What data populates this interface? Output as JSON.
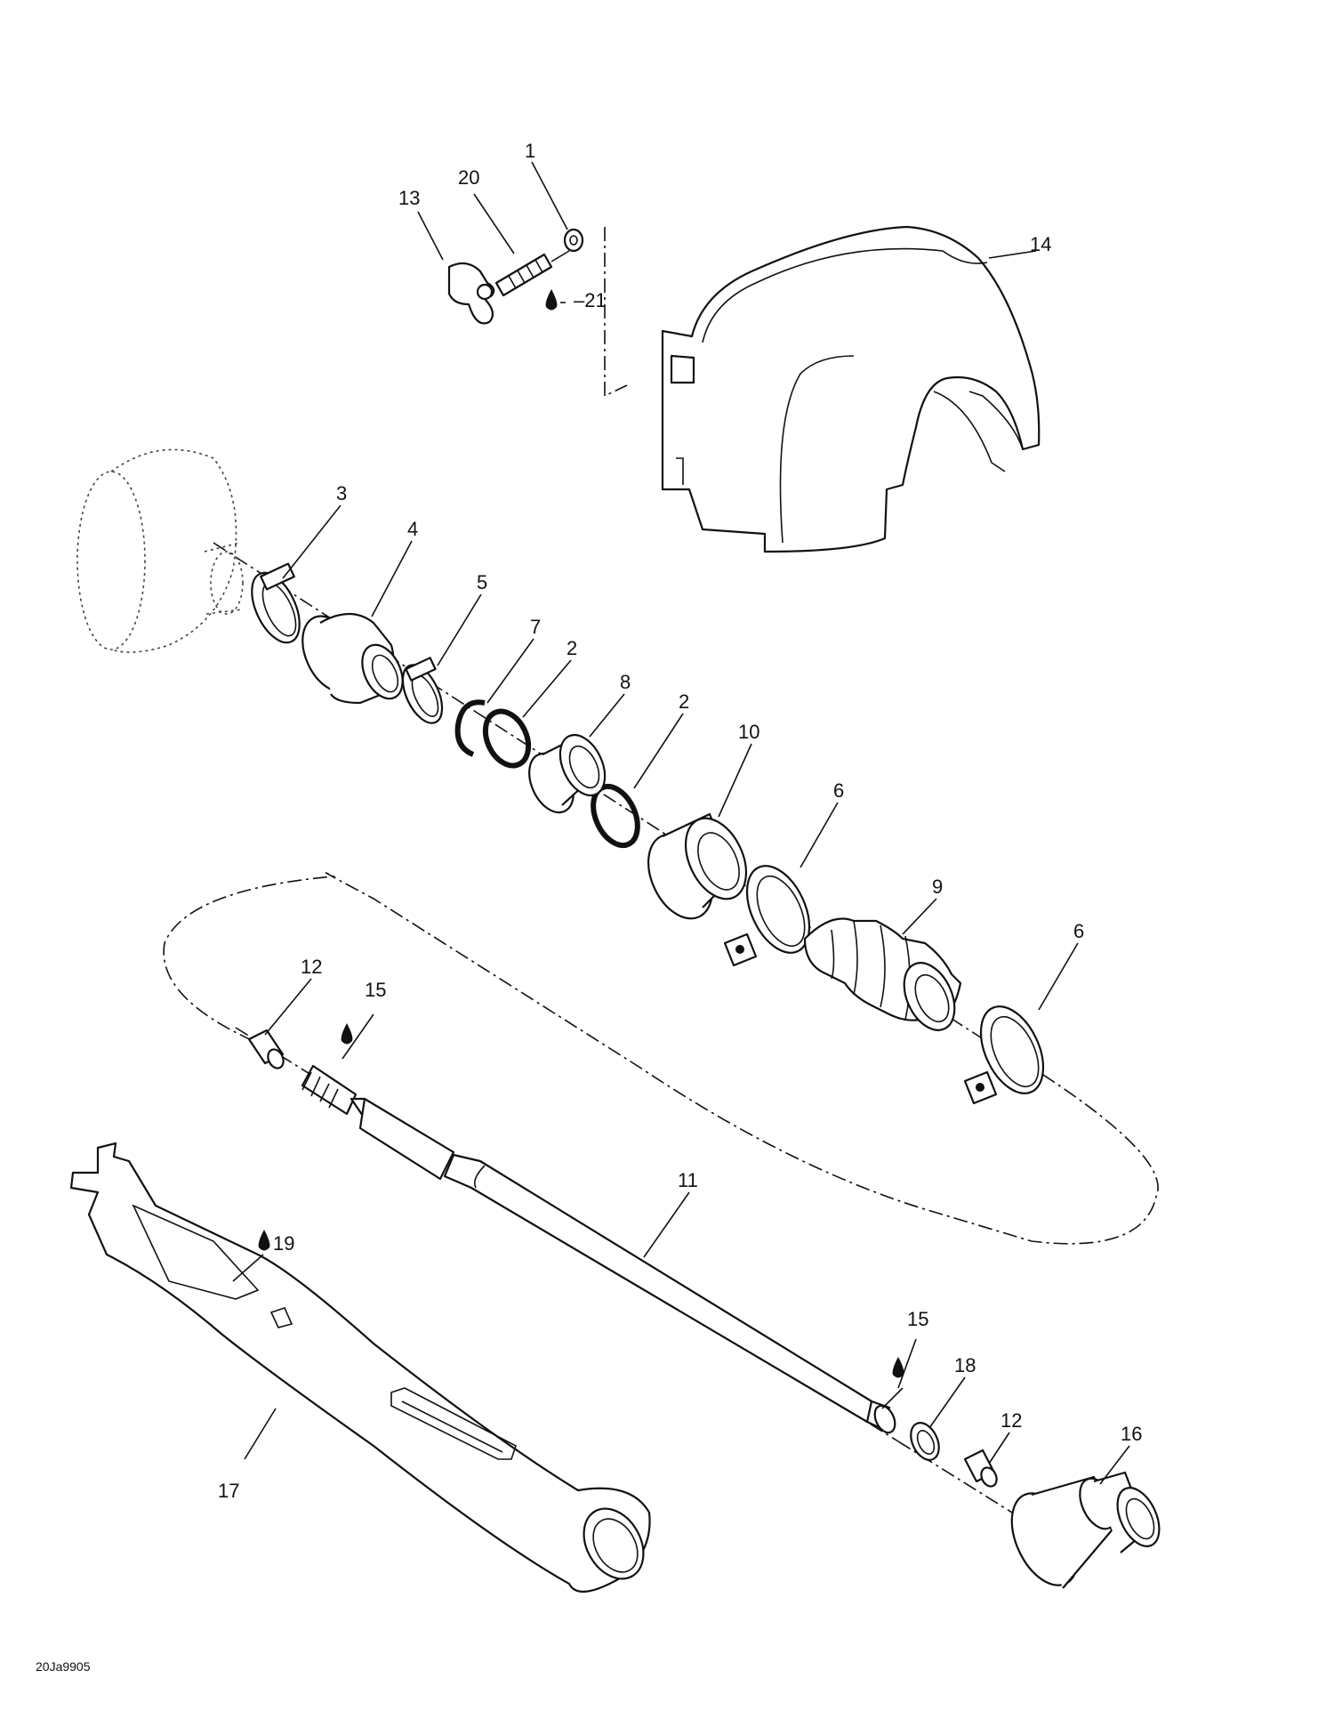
{
  "diagram_ref": "20Ja9905",
  "callouts": [
    {
      "id": "c1",
      "text": "1"
    },
    {
      "id": "c20",
      "text": "20"
    },
    {
      "id": "c13",
      "text": "13"
    },
    {
      "id": "c21",
      "text": "21"
    },
    {
      "id": "c14",
      "text": "14"
    },
    {
      "id": "c3",
      "text": "3"
    },
    {
      "id": "c4",
      "text": "4"
    },
    {
      "id": "c5",
      "text": "5"
    },
    {
      "id": "c7",
      "text": "7"
    },
    {
      "id": "c2a",
      "text": "2"
    },
    {
      "id": "c8",
      "text": "8"
    },
    {
      "id": "c2b",
      "text": "2"
    },
    {
      "id": "c10",
      "text": "10"
    },
    {
      "id": "c6a",
      "text": "6"
    },
    {
      "id": "c9",
      "text": "9"
    },
    {
      "id": "c6b",
      "text": "6"
    },
    {
      "id": "c12a",
      "text": "12"
    },
    {
      "id": "c15a",
      "text": "15"
    },
    {
      "id": "c11",
      "text": "11"
    },
    {
      "id": "c19",
      "text": "19"
    },
    {
      "id": "c15b",
      "text": "15"
    },
    {
      "id": "c18",
      "text": "18"
    },
    {
      "id": "c12b",
      "text": "12"
    },
    {
      "id": "c16",
      "text": "16"
    },
    {
      "id": "c17",
      "text": "17"
    }
  ],
  "icons": {
    "lubricant_drop": "oil-drop-icon"
  }
}
